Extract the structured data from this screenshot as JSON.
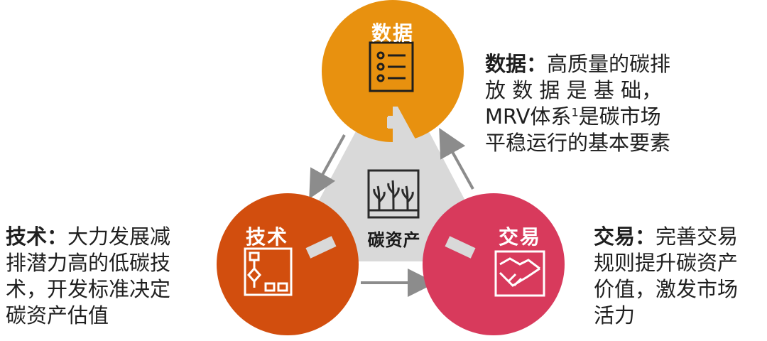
{
  "center": {
    "label": "碳资产",
    "icon": "plant-icon"
  },
  "nodes": {
    "data": {
      "label": "数据",
      "icon": "list-icon",
      "color": "#E8910F"
    },
    "tech": {
      "label": "技术",
      "icon": "flowchart-icon",
      "color": "#D24E0E"
    },
    "trade": {
      "label": "交易",
      "icon": "handshake-icon",
      "color": "#D83A5C"
    }
  },
  "descriptions": {
    "data": {
      "heading": "数据：",
      "line1_rest": "高质量的碳排",
      "line2": "放 数 据 是 基 础，",
      "line3_a": "MRV体系",
      "line3_sup": "1",
      "line3_b": "是碳市场",
      "line4": "平稳运行的基本要素"
    },
    "tech": {
      "heading": "技术：",
      "line1_rest": "大力发展减",
      "line2": "排潜力高的低碳技",
      "line3": "术，开发标准决定",
      "line4": "碳资产估值"
    },
    "trade": {
      "heading": "交易：",
      "line1_rest": "完善交易",
      "line2": "规则提升碳资产",
      "line3": "价值，激发市场",
      "line4": "活力"
    }
  },
  "colors": {
    "triangle": "#D9D9D9",
    "arrow": "#8C8C8C",
    "icon": "#ffffff",
    "center_icon": "#2a2a2a"
  }
}
